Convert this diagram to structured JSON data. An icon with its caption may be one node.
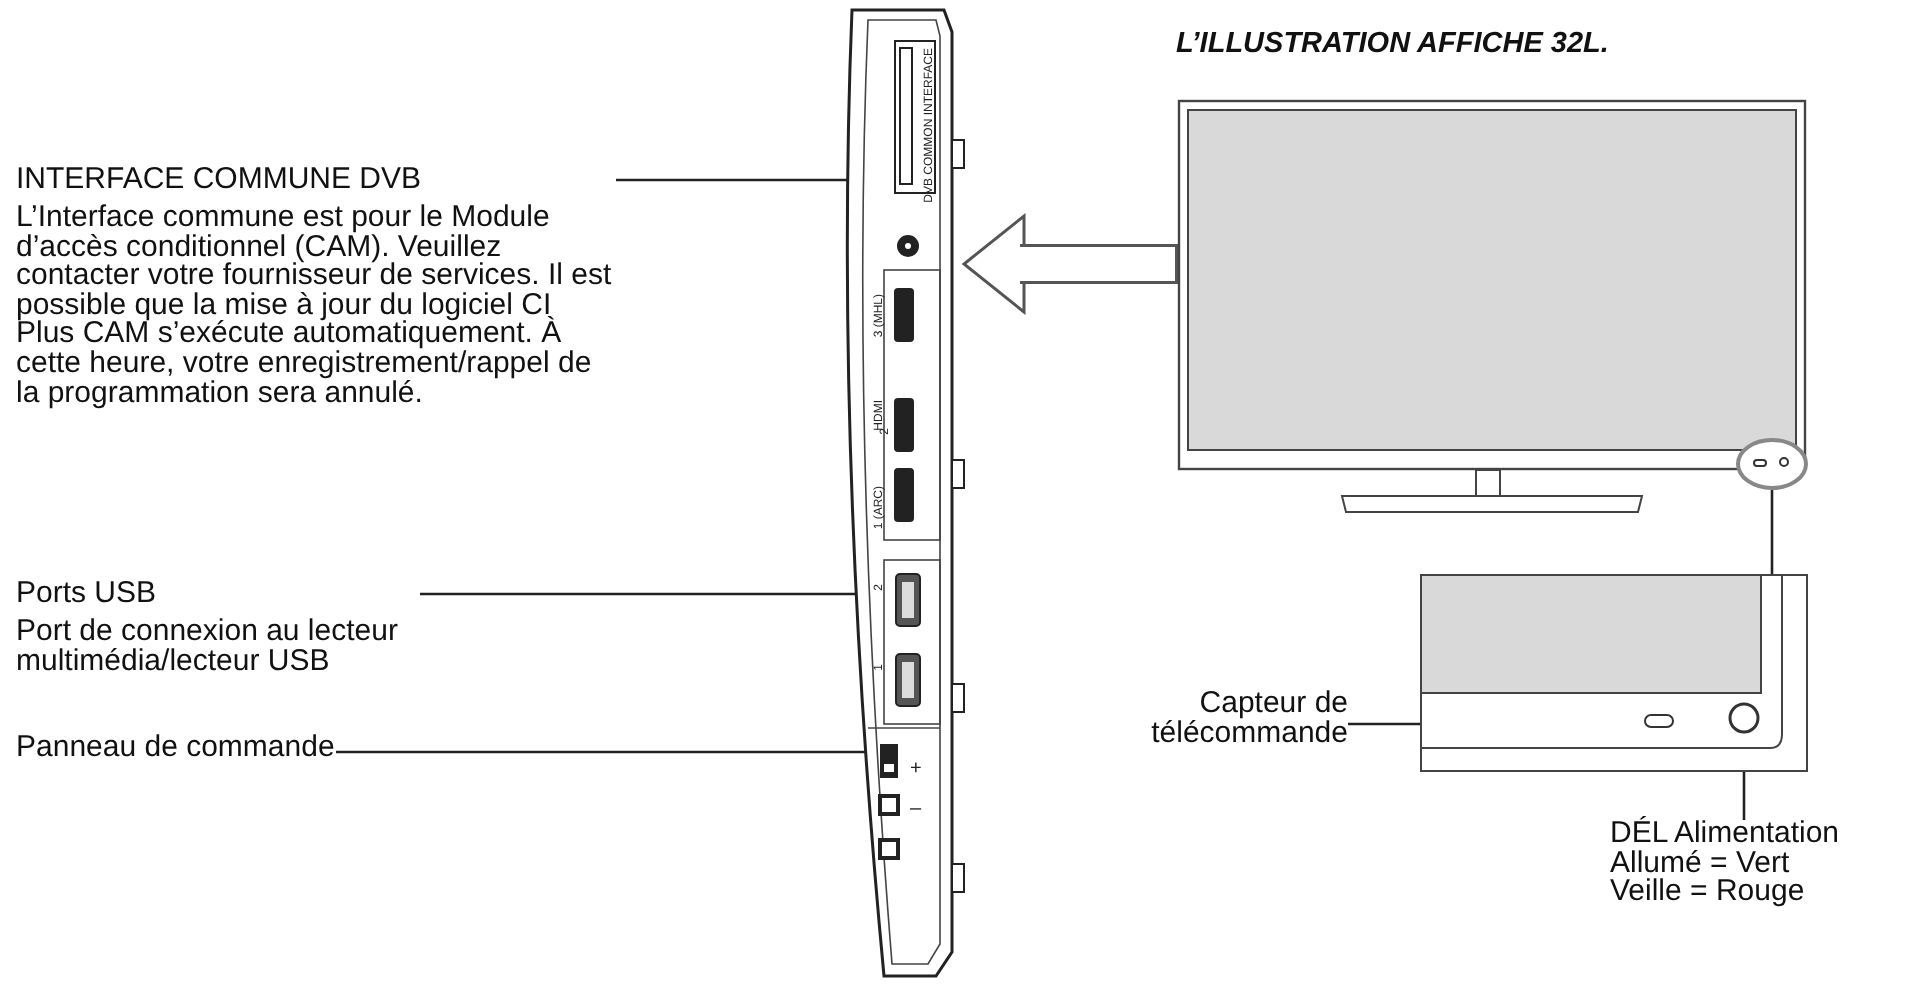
{
  "diagram": {
    "title": "L’ILLUSTRATION AFFICHE 32L.",
    "nodes": [
      {
        "text": [
          "INTERFACE COMMUNE DVB",
          "L’Interface commune est pour le Module d’accès conditionnel (CAM). Veuillez contacter votre fournisseur de services. Il est possible que la mise à jour du logiciel CI Plus CAM s’exécute automatiquement. À cette heure, votre enregistrement/rappel de la programmation sera annulé."
        ]
      },
      {
        "text": [
          "Ports USB",
          "Port de connexion au lecteur multimédia/lecteur USB"
        ]
      },
      {
        "text": [
          "Panneau de commande"
        ]
      },
      {
        "text": [],
        "shape": "box"
      },
      {
        "text": [],
        "shape": "box",
        "in": 3
      },
      {
        "text": [],
        "shape": "box",
        "in": 3
      },
      {
        "text": [],
        "shape": "box",
        "in": 3
      },
      {
        "text": [],
        "shape": "box"
      },
      {
        "text": [],
        "shape": "circle",
        "in": 7
      },
      {
        "text": [],
        "shape": "box"
      },
      {
        "text": [],
        "shape": "box",
        "in": 9
      },
      {
        "text": [],
        "shape": "circle",
        "in": 9
      },
      {
        "text": [
          "Capteur de télécommande"
        ]
      },
      {
        "text": [
          "DÉL Alimentation",
          "Allumé = Vert",
          "Veille = Rouge"
        ]
      }
    ],
    "edges": [
      {
        "from": 0,
        "to": 4,
        "arrow": "none"
      },
      {
        "from": 1,
        "to": 5,
        "arrow": "none"
      },
      {
        "from": 2,
        "to": 6,
        "arrow": "none"
      },
      {
        "from": 7,
        "to": 3,
        "arrow": "to"
      },
      {
        "from": 8,
        "to": 9,
        "arrow": "none"
      },
      {
        "from": 12,
        "to": 10,
        "arrow": "none"
      },
      {
        "from": 13,
        "to": 11,
        "arrow": "none"
      }
    ],
    "labels": [
      "DVB COMMON INTERFACE",
      "3 (MHL)",
      "HDMI",
      "2",
      "1 (ARC)",
      "2",
      "1",
      "+",
      "–"
    ]
  }
}
